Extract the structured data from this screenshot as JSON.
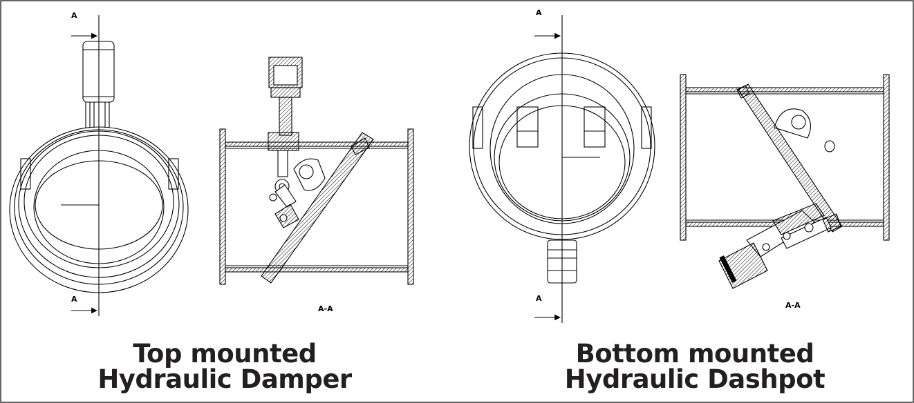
{
  "section_labels": {
    "left_top": "A",
    "left_bottom": "A",
    "left_section": "A-A",
    "right_top": "A",
    "right_bottom": "A",
    "right_section": "A-A"
  },
  "captions": {
    "left": {
      "line1": "Top mounted",
      "line2": "Hydraulic Damper"
    },
    "right": {
      "line1": "Bottom mounted",
      "line2": "Hydraulic Dashpot"
    }
  },
  "colors": {
    "line": "#000000",
    "caption": "#231f20",
    "background": "#ffffff"
  }
}
